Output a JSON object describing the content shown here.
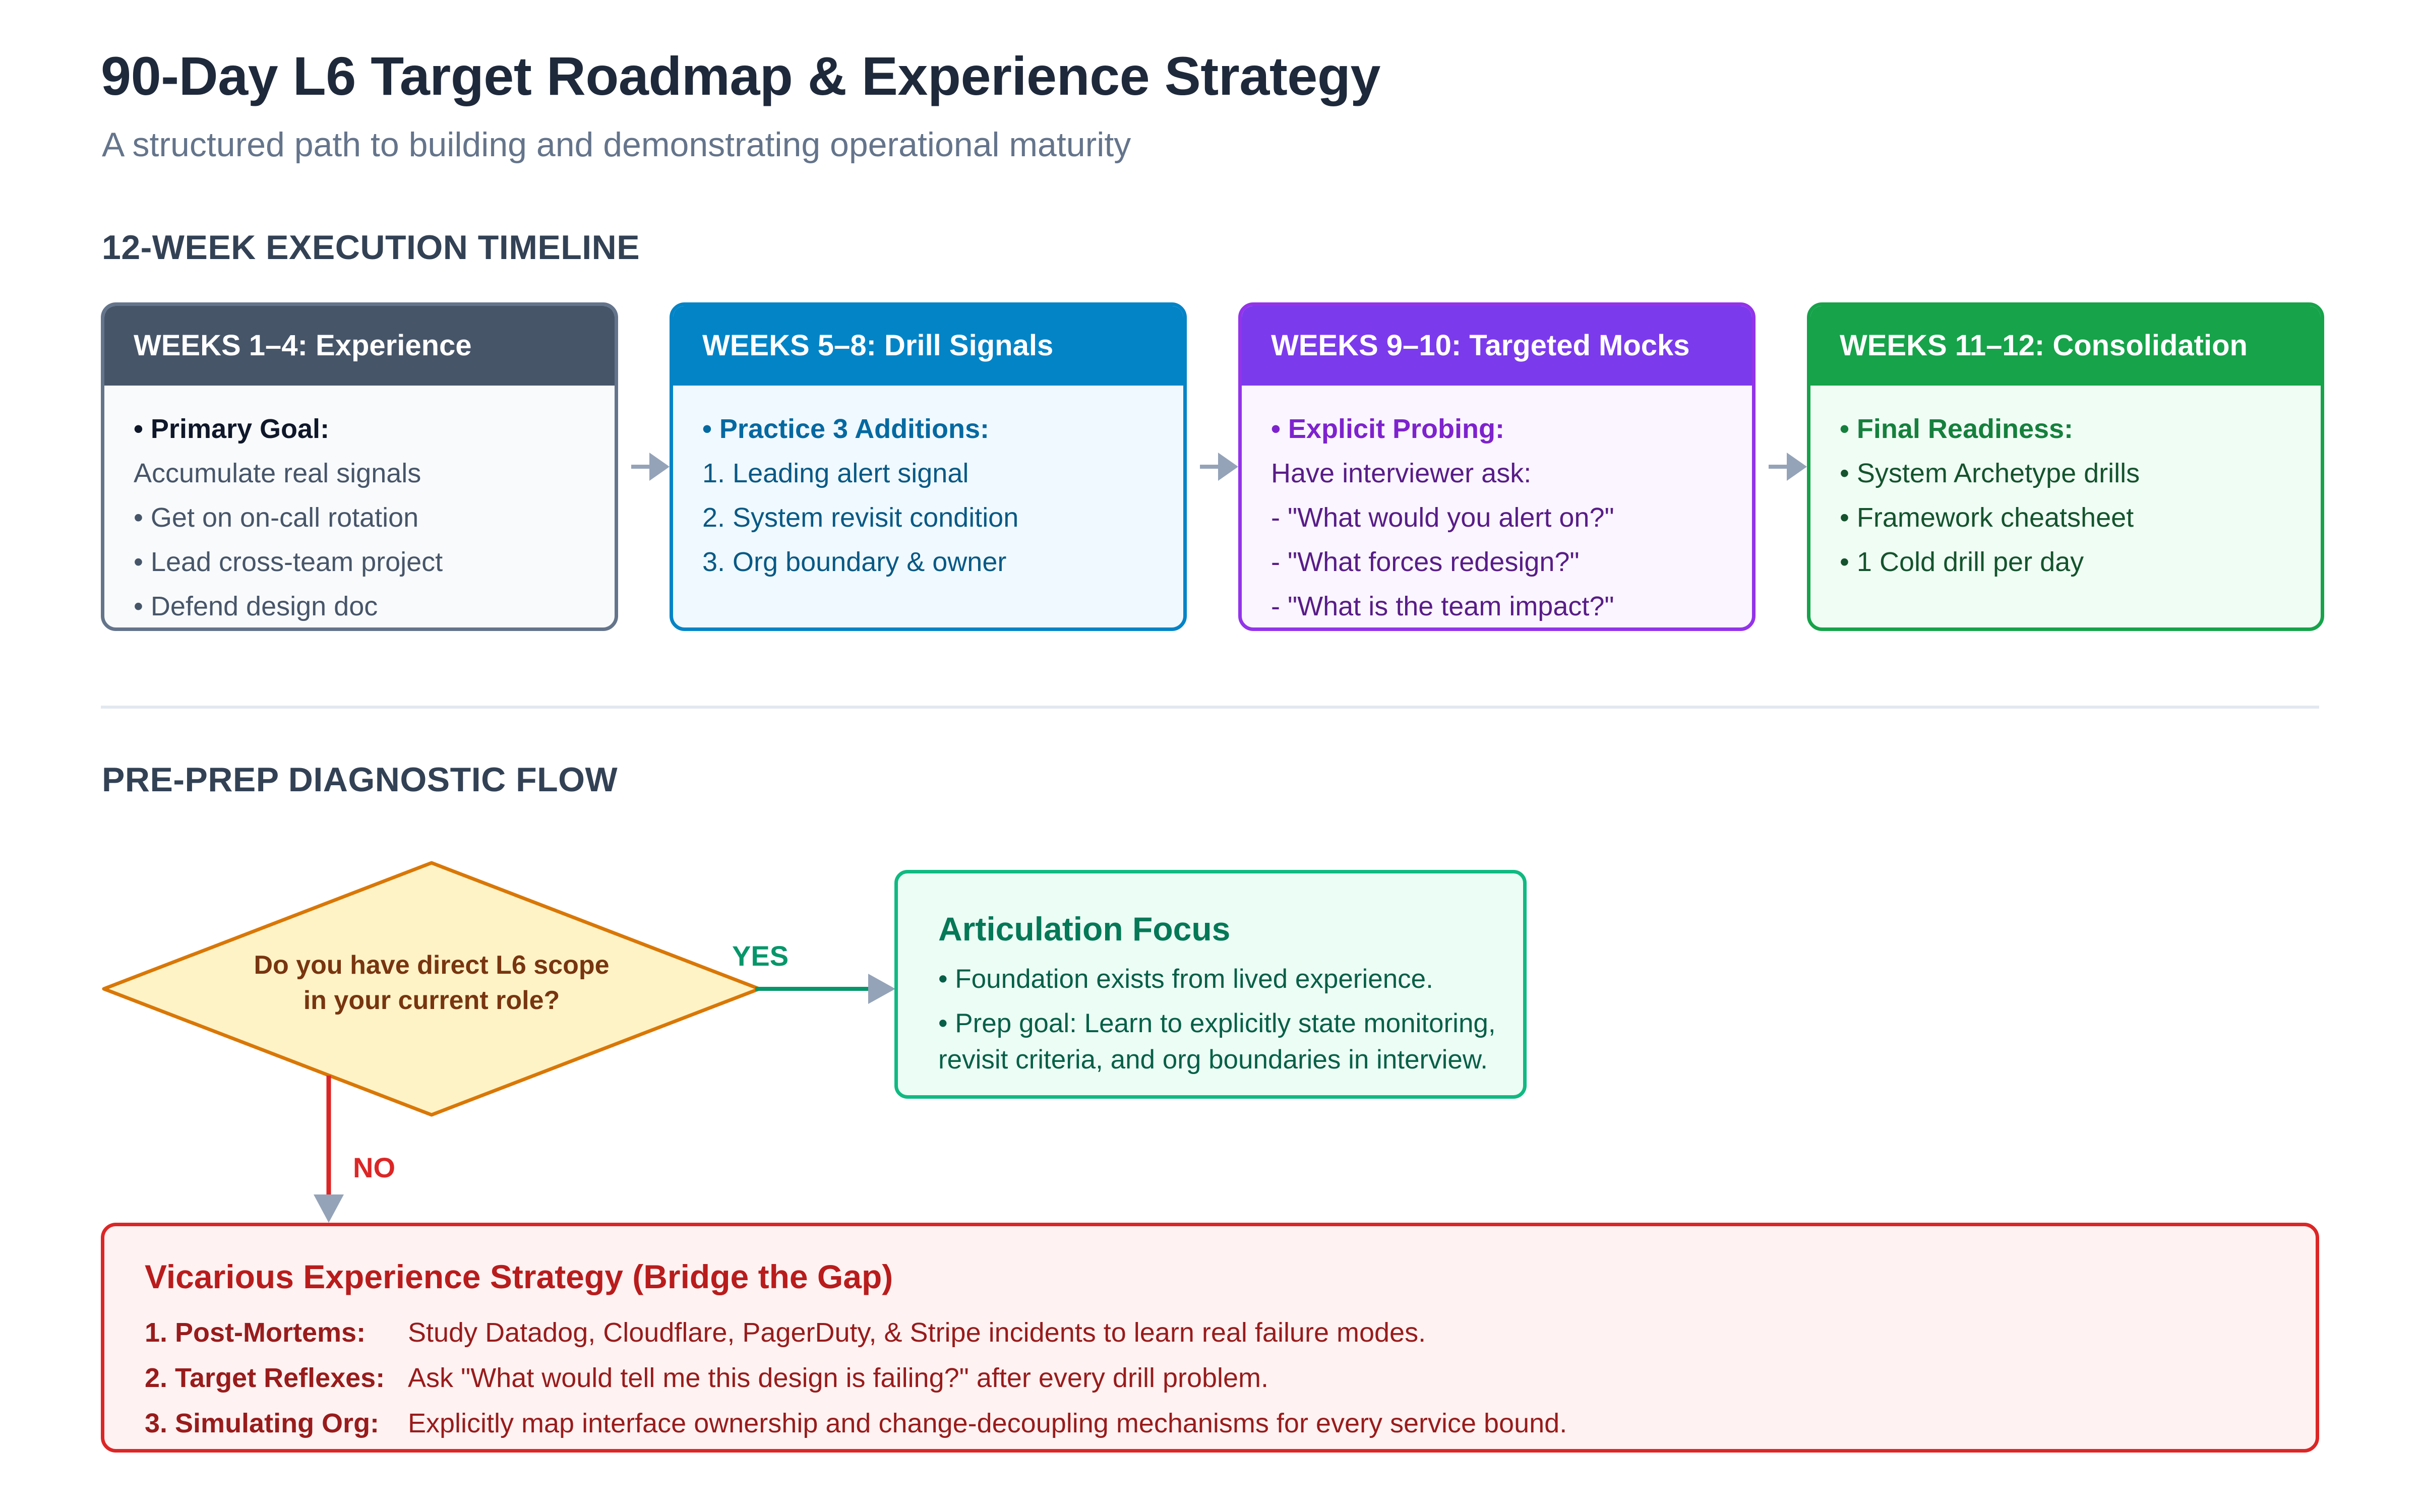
{
  "header": {
    "title": "90-Day L6 Target Roadmap & Experience Strategy",
    "subtitle": "A structured path to building and demonstrating operational maturity"
  },
  "timeline": {
    "label": "12-WEEK EXECUTION TIMELINE",
    "cards": [
      {
        "title": "WEEKS 1–4: Experience",
        "lines": [
          "• Primary Goal:",
          "Accumulate real signals",
          "• Get on on-call rotation",
          "• Lead cross-team project",
          "• Defend design doc"
        ]
      },
      {
        "title": "WEEKS 5–8: Drill Signals",
        "lines": [
          "• Practice 3 Additions:",
          "1. Leading alert signal",
          "2. System revisit condition",
          "3. Org boundary & owner"
        ]
      },
      {
        "title": "WEEKS 9–10: Targeted Mocks",
        "lines": [
          "• Explicit Probing:",
          "Have interviewer ask:",
          "- \"What would you alert on?\"",
          "- \"What forces redesign?\"",
          "- \"What is the team impact?\""
        ]
      },
      {
        "title": "WEEKS 11–12: Consolidation",
        "lines": [
          "• Final Readiness:",
          "• System Archetype drills",
          "• Framework cheatsheet",
          "• 1 Cold drill per day"
        ]
      }
    ]
  },
  "flow": {
    "label": "PRE-PREP DIAGNOSTIC FLOW",
    "decision": {
      "line1": "Do you have direct L6 scope",
      "line2": "in your current role?"
    },
    "yes_label": "YES",
    "no_label": "NO",
    "yes_box": {
      "title": "Articulation Focus",
      "line1": "• Foundation exists from lived experience.",
      "line2": "• Prep goal: Learn to explicitly state monitoring,",
      "line3": "revisit criteria, and org boundaries in interview."
    },
    "no_box": {
      "title": "Vicarious Experience Strategy (Bridge the Gap)",
      "items": [
        {
          "key": "1. Post-Mortems:",
          "value": "Study Datadog, Cloudflare, PagerDuty, & Stripe incidents to learn real failure modes."
        },
        {
          "key": "2. Target Reflexes:",
          "value": "Ask \"What would tell me this design is failing?\" after every drill problem."
        },
        {
          "key": "3. Simulating Org:",
          "value": "Explicitly map interface ownership and change-decoupling mechanisms for every service bound."
        }
      ]
    }
  },
  "colors": {
    "arrow": "#94a3b8",
    "yes": "#059669",
    "no": "#dc2626",
    "decision_fill": "#fef3c7",
    "decision_stroke": "#d97706",
    "decision_text": "#78350f"
  }
}
